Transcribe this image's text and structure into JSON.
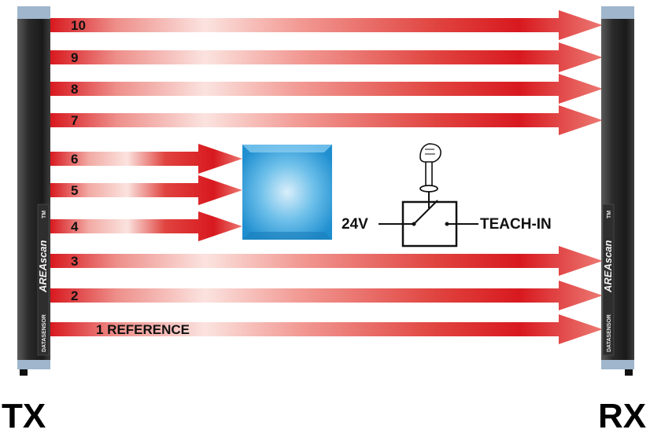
{
  "transmitter": {
    "label": "TX",
    "product": "AREAscan",
    "maker": "DATASENSOR"
  },
  "receiver": {
    "label": "RX",
    "product": "AREAscan",
    "maker": "DATASENSOR"
  },
  "tm_mark": "TM",
  "beams": [
    {
      "label": "10",
      "reaches": "receiver"
    },
    {
      "label": "9",
      "reaches": "receiver"
    },
    {
      "label": "8",
      "reaches": "receiver"
    },
    {
      "label": "7",
      "reaches": "receiver"
    },
    {
      "label": "6",
      "reaches": "obstacle"
    },
    {
      "label": "5",
      "reaches": "obstacle"
    },
    {
      "label": "4",
      "reaches": "obstacle"
    },
    {
      "label": "3",
      "reaches": "receiver"
    },
    {
      "label": "2",
      "reaches": "receiver"
    },
    {
      "label": "1 REFERENCE",
      "reaches": "receiver"
    }
  ],
  "teach_in": {
    "voltage_label": "24V",
    "input_label": "TEACH-IN"
  },
  "colors": {
    "beam": "#d8191f",
    "obstacle": "#2ba3df",
    "housing": "#2b2b2b",
    "window": "#9fb6cc"
  }
}
